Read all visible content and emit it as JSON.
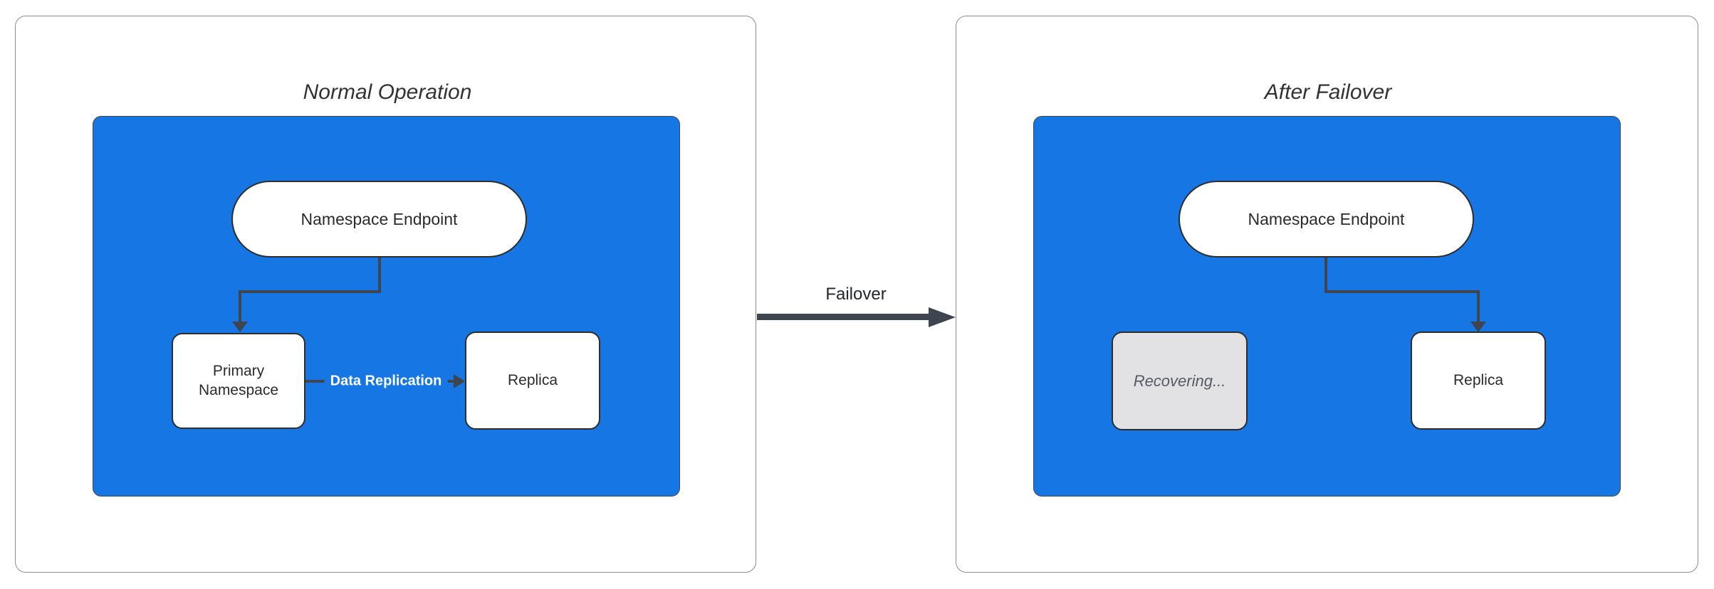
{
  "left_panel": {
    "title": "Normal Operation",
    "endpoint": "Namespace Endpoint",
    "primary": "Primary Namespace",
    "replica": "Replica",
    "replication_label": "Data Replication"
  },
  "failover": {
    "label": "Failover"
  },
  "right_panel": {
    "title": "After Failover",
    "endpoint": "Namespace Endpoint",
    "recovering": "Recovering...",
    "replica": "Replica"
  },
  "colors": {
    "container_fill": "#1576E4",
    "container_border": "#44484E",
    "edge": "#3F454F",
    "node_border": "#2D2D2D",
    "node_fill": "#FFFFFF",
    "panel_border": "#8E8E8E",
    "title_text": "#333333",
    "node_text": "#2B2B2B",
    "replication_text": "#FFFFFF",
    "recovering_fill": "#E2E2E4",
    "recovering_text": "#555B63"
  }
}
